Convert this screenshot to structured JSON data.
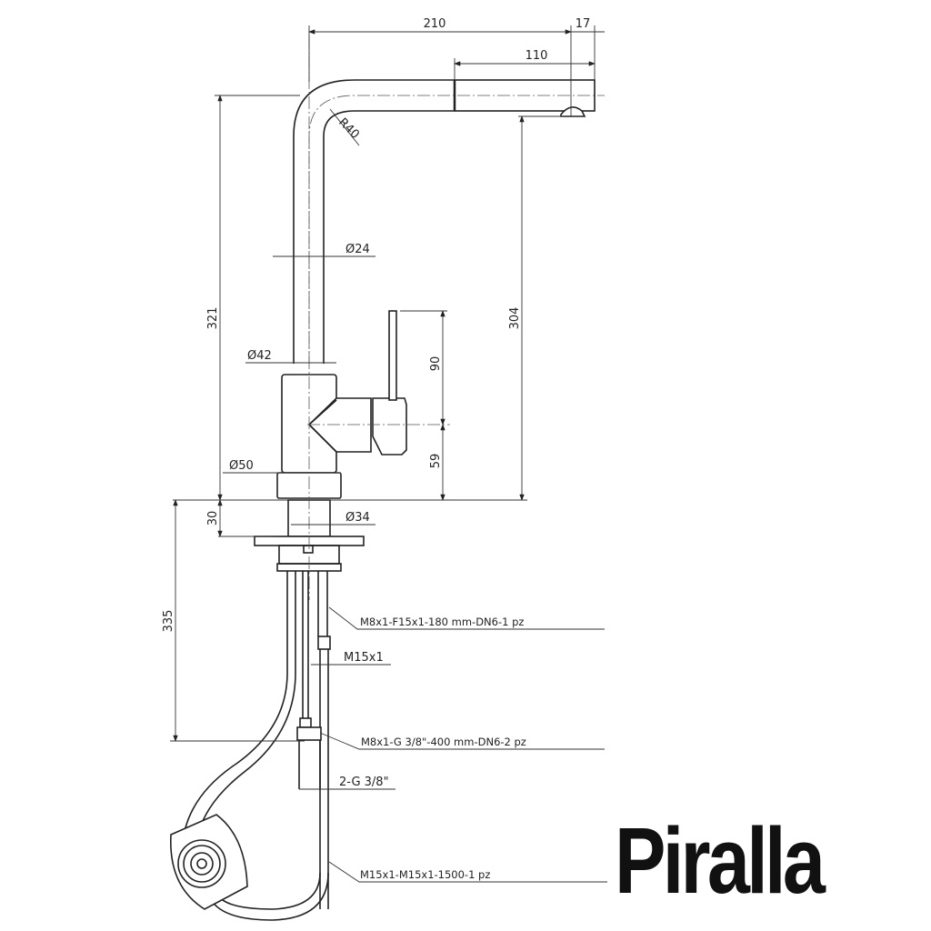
{
  "drawing": {
    "dimensions": {
      "spout_reach": "210",
      "aerator_offset": "17",
      "spray_head_length": "110",
      "bend_radius": "R40",
      "total_height": "321",
      "spout_clearance": "304",
      "tube_diameter": "Ø24",
      "body_top_diameter": "Ø42",
      "lever_height": "90",
      "lever_axis_height": "59",
      "base_diameter": "Ø50",
      "shank_length": "30",
      "shank_diameter": "Ø34",
      "below_deck_length": "335"
    },
    "notes": {
      "hose_1": "M8x1-F15x1-180 mm-DN6-1 pz",
      "thread_1": "M15x1",
      "hose_2": "M8x1-G 3/8\"-400 mm-DN6-2 pz",
      "thread_2": "2-G 3/8\"",
      "hose_3": "M15x1-M15x1-1500-1 pz"
    },
    "logo": "Piralla"
  }
}
